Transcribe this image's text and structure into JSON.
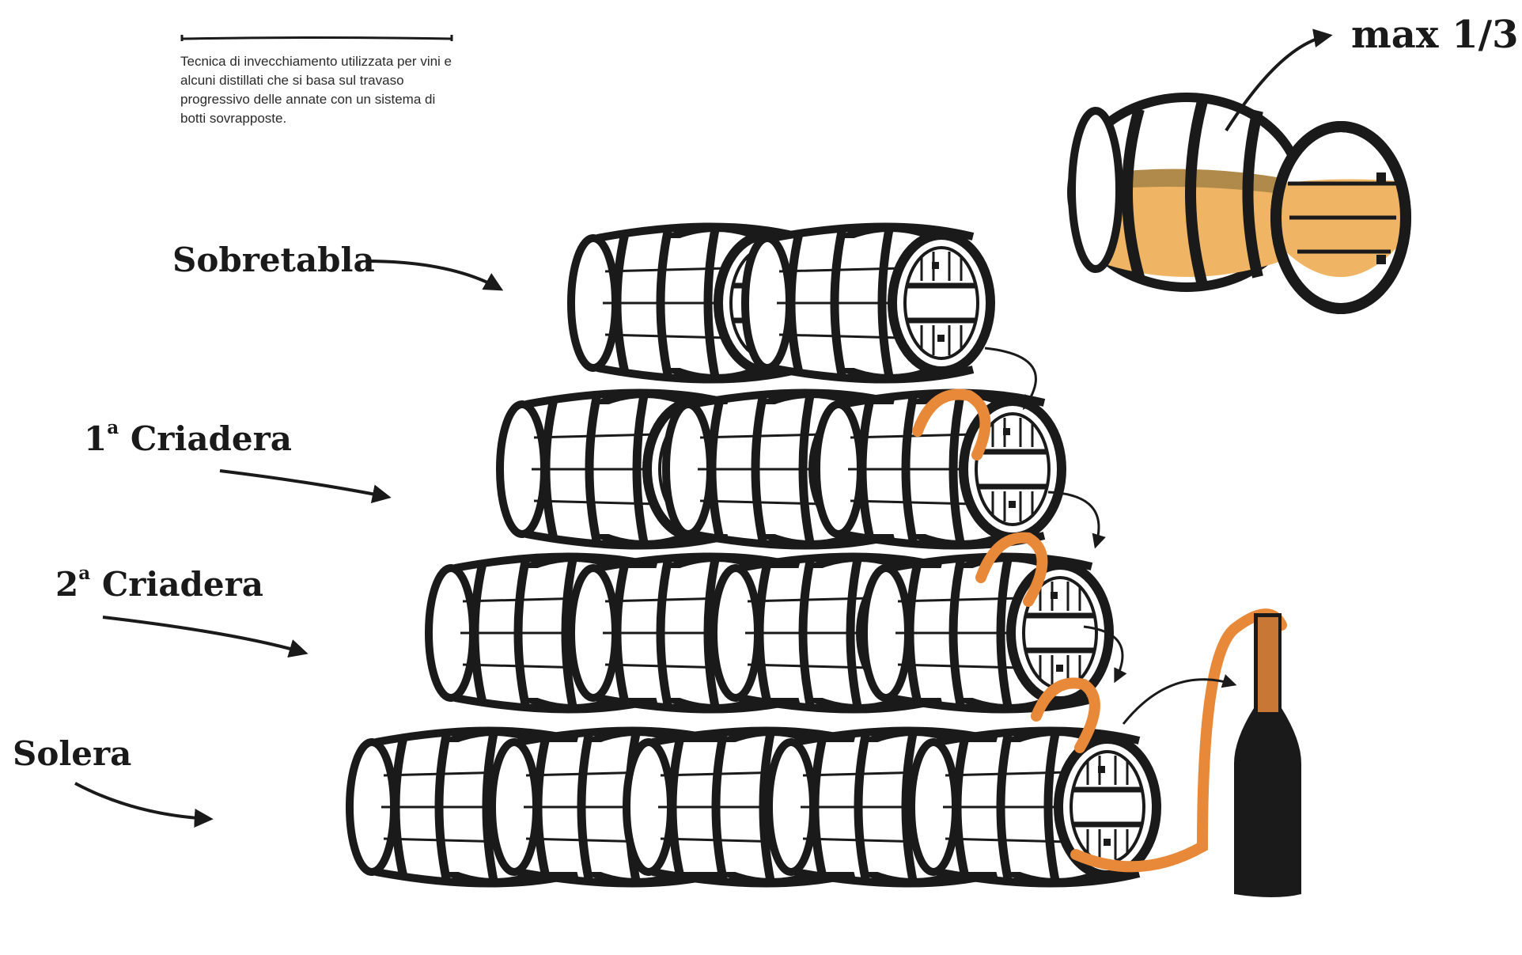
{
  "description_text": "Tecnica di invecchiamento utilizzata per vini e alcuni distillati che si basa sul travaso progressivo delle annate con un sistema di botti sovrapposte.",
  "labels": {
    "sobretabla": "Sobretabla",
    "criadera_1_num": "1",
    "criadera_1_sup": "a",
    "criadera_1_word": "Criadera",
    "criadera_2_num": "2",
    "criadera_2_sup": "a",
    "criadera_2_word": "Criadera",
    "solera": "Solera",
    "max_fill": "max 1/3"
  },
  "colors": {
    "ink": "#1a1a1a",
    "hose": "#e8893a",
    "fill": "#f0b564",
    "fill_dark": "#b08a4a",
    "paper": "#ffffff"
  },
  "icons": [
    "barrel-icon",
    "bottle-icon",
    "hose-icon",
    "arrow-icon"
  ]
}
